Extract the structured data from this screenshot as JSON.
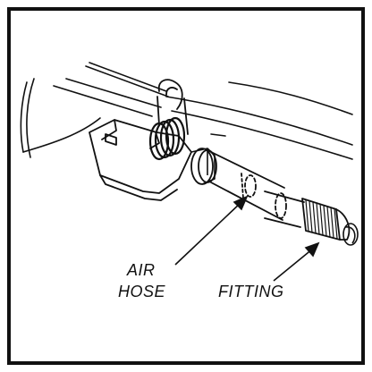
{
  "labels": {
    "air": "AIR",
    "hose": "HOSE",
    "fitting": "FITTING"
  },
  "colors": {
    "ink": "#111111",
    "paper": "#ffffff"
  }
}
